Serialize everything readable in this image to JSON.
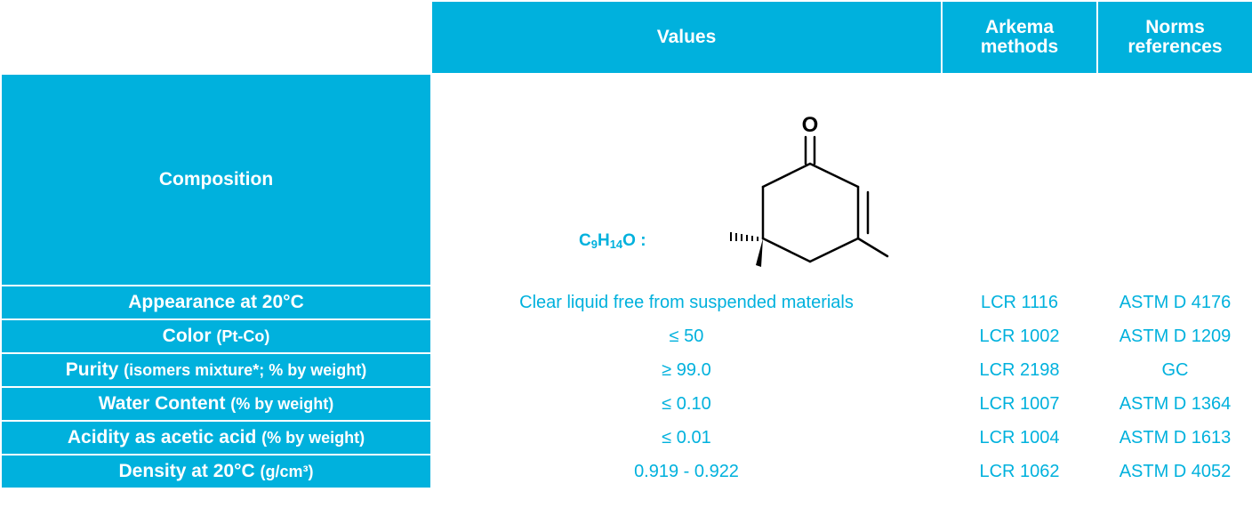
{
  "header": {
    "values": "Values",
    "methods": "Arkema methods",
    "norms": "Norms references"
  },
  "composition": {
    "label": "Composition",
    "formula": {
      "c": "C",
      "c_n": "9",
      "h": "H",
      "h_n": "14",
      "o": "O :"
    },
    "structure_atom": "O",
    "structure_icon": "isophorone-skeletal-structure"
  },
  "rows": [
    {
      "label": "Appearance at 20°C",
      "unit": "",
      "value": "Clear liquid free from suspended materials",
      "method": "LCR 1116",
      "norm": "ASTM D 4176"
    },
    {
      "label": "Color",
      "unit": "(Pt-Co)",
      "value": "≤ 50",
      "method": "LCR 1002",
      "norm": "ASTM D 1209"
    },
    {
      "label": "Purity",
      "unit": "(isomers mixture*; % by weight)",
      "value": "≥ 99.0",
      "method": "LCR 2198",
      "norm": "GC"
    },
    {
      "label": "Water Content",
      "unit": "(% by weight)",
      "value": "≤ 0.10",
      "method": "LCR 1007",
      "norm": "ASTM D 1364"
    },
    {
      "label": "Acidity as acetic acid",
      "unit": "(% by weight)",
      "value": "≤ 0.01",
      "method": "LCR 1004",
      "norm": "ASTM D 1613"
    },
    {
      "label": "Density at 20°C",
      "unit": "(g/cm³)",
      "value": "0.919 - 0.922",
      "method": "LCR 1062",
      "norm": "ASTM D 4052"
    }
  ],
  "colors": {
    "accent": "#00b1dd",
    "row_divider": "#9bd9ef"
  }
}
